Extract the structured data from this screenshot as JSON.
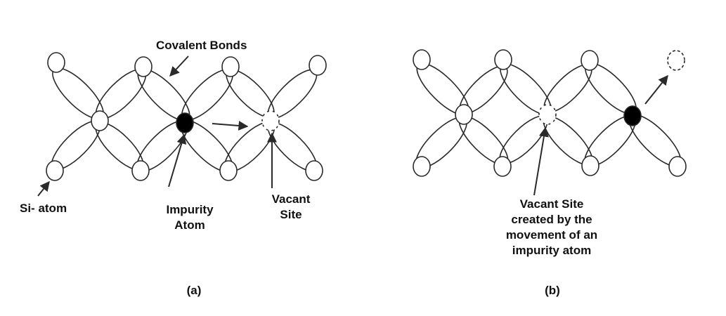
{
  "panel_a": {
    "caption": "(a)",
    "labels": {
      "covalent_bonds": "Covalent Bonds",
      "si_atom": "Si- atom",
      "impurity_line1": "Impurity",
      "impurity_line2": "Atom",
      "vacant_line1": "Vacant",
      "vacant_line2": "Site"
    }
  },
  "panel_b": {
    "caption": "(b)",
    "labels": {
      "line1": "Vacant Site",
      "line2": "created by the",
      "line3": "movement of an",
      "line4": "impurity atom"
    }
  },
  "colors": {
    "stroke": "#2a2a2a",
    "impurity_fill": "#000000",
    "atom_fill": "#ffffff"
  }
}
